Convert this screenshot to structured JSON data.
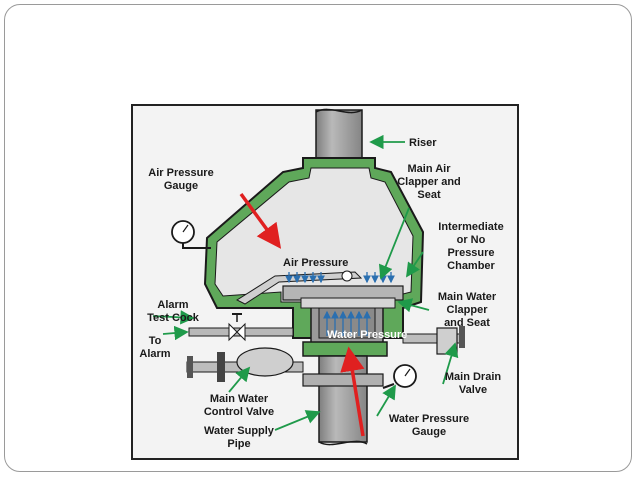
{
  "labels": {
    "riser": "Riser",
    "main_air_clapper": [
      "Main Air",
      "Clapper and",
      "Seat"
    ],
    "air_pressure_gauge": [
      "Air Pressure",
      "Gauge"
    ],
    "air_pressure": "Air Pressure",
    "intermediate_chamber": [
      "Intermediate",
      "or No",
      "Pressure",
      "Chamber"
    ],
    "alarm_test_cock": [
      "Alarm",
      "Test Cock"
    ],
    "main_water_clapper": [
      "Main Water",
      "Clapper",
      "and Seat"
    ],
    "to_alarm": [
      "To",
      "Alarm"
    ],
    "water_pressure": "Water Pressure",
    "main_drain_valve": [
      "Main Drain",
      "Valve"
    ],
    "main_water_control_valve": [
      "Main Water",
      "Control Valve"
    ],
    "water_pressure_gauge": [
      "Water Pressure",
      "Gauge"
    ],
    "water_supply_pipe": [
      "Water Supply",
      "Pipe"
    ]
  },
  "colors": {
    "body_fill": "#5fa85a",
    "body_stroke": "#1a1a1a",
    "pipe_fill": "#9d9d9d",
    "chamber_fill": "#e6e6e6",
    "pointer_arrow": "#1f9a4a",
    "highlight_arrow": "#e02020"
  }
}
